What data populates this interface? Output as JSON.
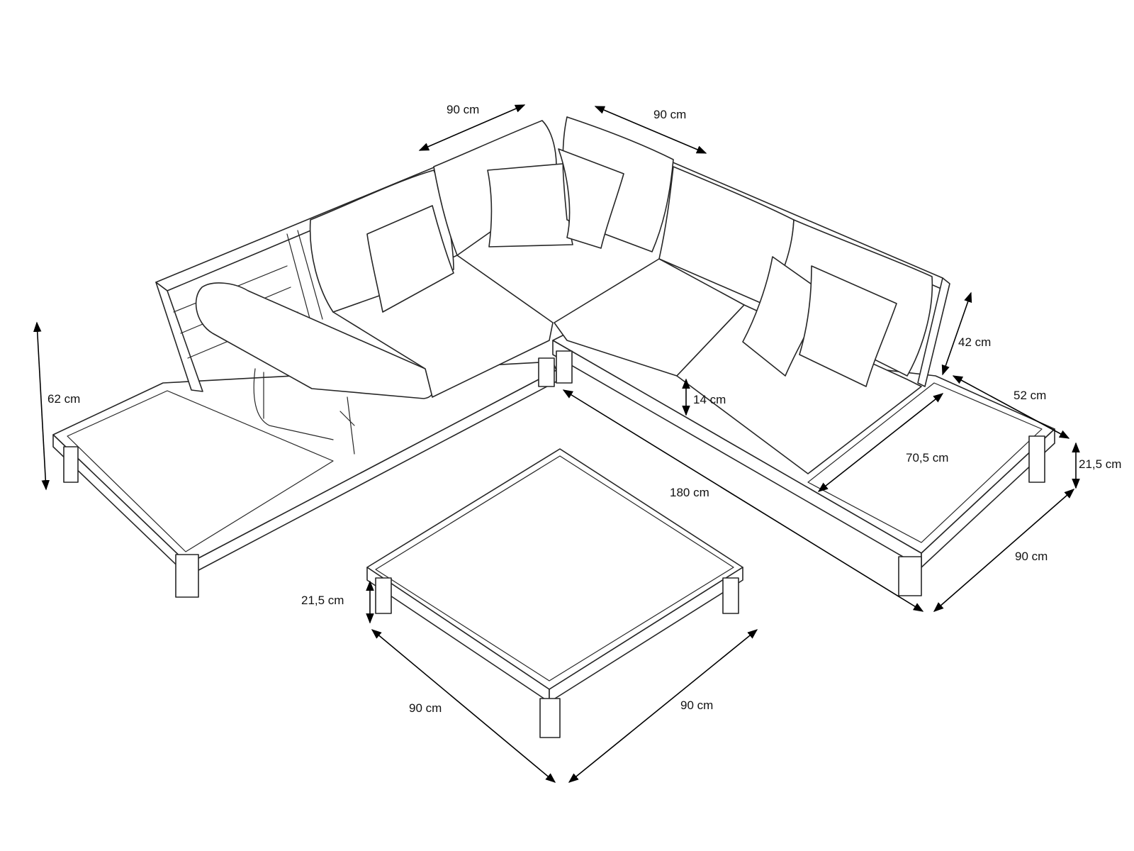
{
  "colors": {
    "line": "#262626",
    "background": "#ffffff",
    "dimension": "#000000"
  },
  "dimensions": [
    {
      "id": "back-left-width",
      "text": "90 cm"
    },
    {
      "id": "back-right-width",
      "text": "90 cm"
    },
    {
      "id": "back-height",
      "text": "62 cm"
    },
    {
      "id": "backrest-height",
      "text": "42 cm"
    },
    {
      "id": "side-table-depth",
      "text": "52 cm"
    },
    {
      "id": "seat-height",
      "text": "14 cm"
    },
    {
      "id": "seat-depth",
      "text": "70,5 cm"
    },
    {
      "id": "side-table-height",
      "text": "21,5 cm"
    },
    {
      "id": "sofa-length",
      "text": "180 cm"
    },
    {
      "id": "side-table-width",
      "text": "90 cm"
    },
    {
      "id": "table-height",
      "text": "21,5 cm"
    },
    {
      "id": "table-left-width",
      "text": "90 cm"
    },
    {
      "id": "table-right-width",
      "text": "90 cm"
    }
  ]
}
